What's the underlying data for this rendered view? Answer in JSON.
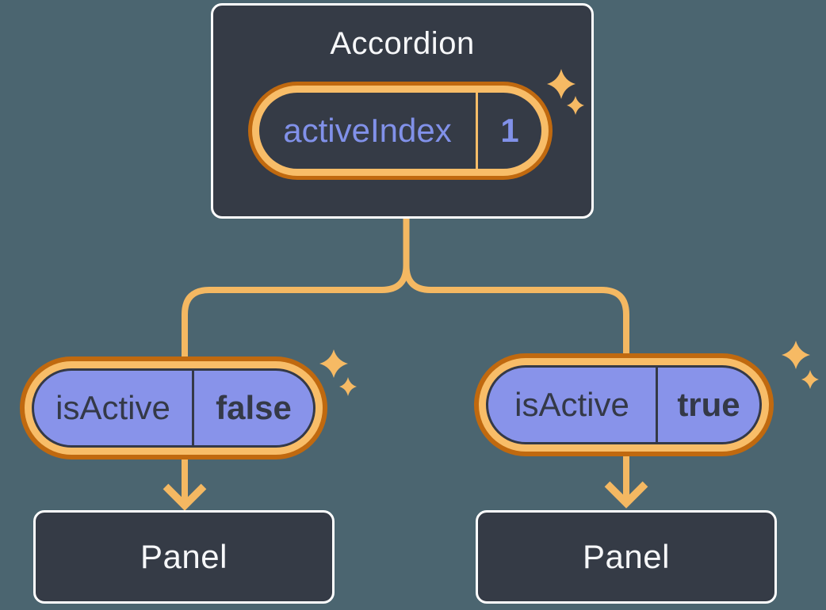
{
  "colors": {
    "background": "#4b6570",
    "component_fill": "#353b46",
    "component_border": "#ffffff",
    "component_text": "#f6f7f9",
    "pill_purple_fill": "#8893ea",
    "pill_purple_text": "#8191e9",
    "pill_dark_text": "#343947",
    "ring_orange_dark": "#c0690f",
    "ring_orange_light": "#f8bd68",
    "connector_orange": "#f4b862"
  },
  "accordion": {
    "title": "Accordion",
    "state_pill": {
      "label": "activeIndex",
      "value": "1"
    }
  },
  "children": [
    {
      "pill": {
        "label": "isActive",
        "value": "false"
      },
      "panel": {
        "title": "Panel"
      }
    },
    {
      "pill": {
        "label": "isActive",
        "value": "true"
      },
      "panel": {
        "title": "Panel"
      }
    }
  ],
  "icons": {
    "sparkle": "four-pointed-star",
    "arrow": "arrow-down"
  }
}
